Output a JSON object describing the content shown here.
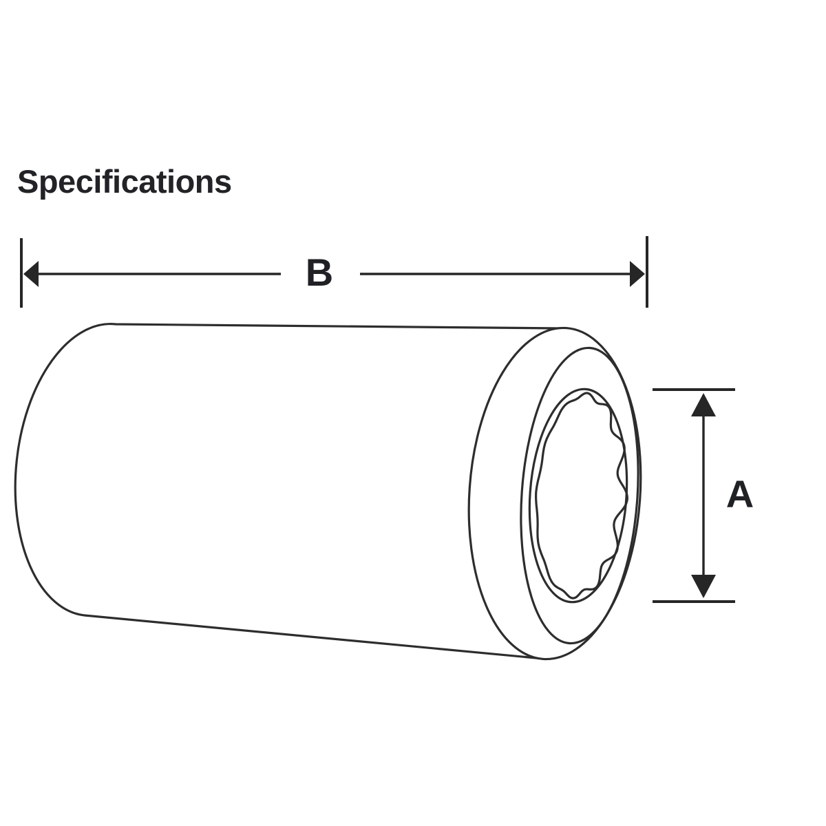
{
  "heading": {
    "text": "Specifications"
  },
  "diagram": {
    "description": "Line drawing of a cylindrical sleeve viewed at an angle, with an internal 12-point spline bore on the visible front face",
    "line_color": "#2d2d2d",
    "dimensions": {
      "length": {
        "label": "B",
        "orientation": "horizontal"
      },
      "bore": {
        "label": "A",
        "orientation": "vertical"
      }
    }
  }
}
